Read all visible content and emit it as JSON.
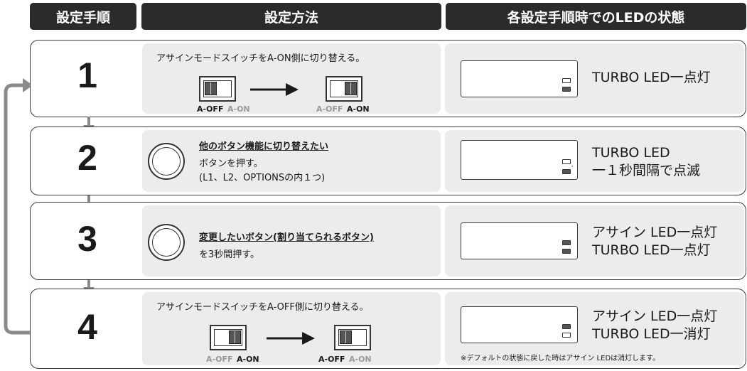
{
  "headers": {
    "step": "設定手順",
    "method": "設定方法",
    "led_state": "各設定手順時でのLEDの状態"
  },
  "rows": [
    {
      "number": "1",
      "instruction": "アサインモードスイッチをA-ON側に切り替える。",
      "switch_off_label": "A-OFF",
      "switch_on_label": "A-ON",
      "led_text": "TURBO LED一点灯"
    },
    {
      "number": "2",
      "title": "他のボタン機能に切り替えたい",
      "line1": "ボタンを押す。",
      "line2": "(L1、L2、OPTIONSの内１つ)",
      "led_text": "TURBO LED\n一１秒間隔で点滅"
    },
    {
      "number": "3",
      "title": "変更したいボタン(割り当てられるボタン)",
      "line1": "を3秒間押す。",
      "led_text": "アサイン LED一点灯\nTURBO LED一点灯"
    },
    {
      "number": "4",
      "instruction": "アサインモードスイッチをA-OFF側に切り替える。",
      "switch_off_label": "A-OFF",
      "switch_on_label": "A-ON",
      "led_text": "アサイン LED一点灯\nTURBO LED一消灯",
      "note": "※デフォルトの状態に戻した時はアサイン LEDは消灯します。"
    }
  ],
  "colors": {
    "header_bg": "#2b2b2b",
    "panel_bg": "#ececec",
    "arrow": "#8a8a8a"
  }
}
